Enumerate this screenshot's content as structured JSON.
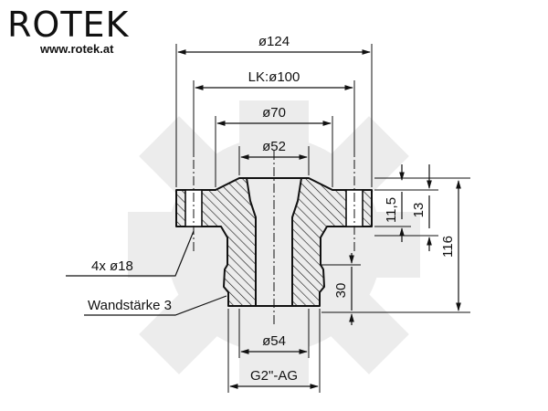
{
  "brand": {
    "logo_text": "ROTEK",
    "website": "www.rotek.at"
  },
  "dimensions": {
    "d_outer": "ø124",
    "bolt_circle": "LK:ø100",
    "d_70": "ø70",
    "d_52": "ø52",
    "d_54": "ø54",
    "thread": "G2\"-AG",
    "h_11_5": "11,5",
    "h_13": "13",
    "h_116": "116",
    "h_30": "30"
  },
  "callouts": {
    "holes": "4x ø18",
    "wall": "Wandstärke 3"
  },
  "colors": {
    "line": "#111111",
    "watermark": "#ececec"
  }
}
